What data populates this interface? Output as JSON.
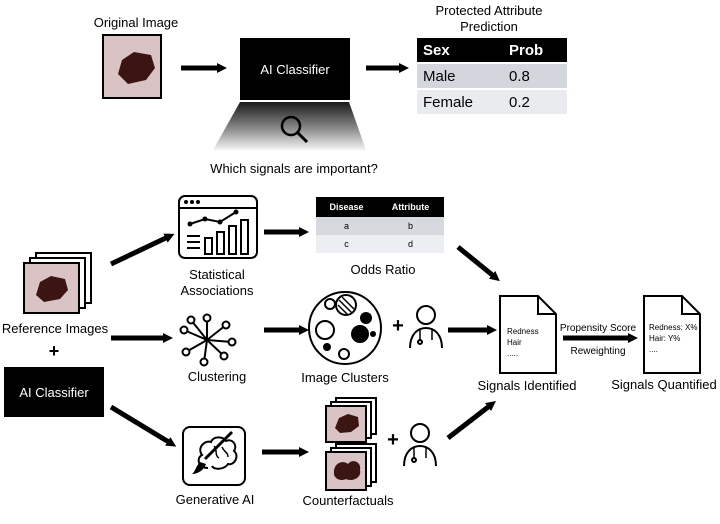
{
  "top": {
    "original_image_label": "Original Image",
    "classifier_label": "AI Classifier",
    "prediction_title": "Protected Attribute Prediction",
    "question": "Which signals are important?",
    "table": {
      "headers": [
        "Sex",
        "Prob"
      ],
      "rows": [
        [
          "Male",
          "0.8"
        ],
        [
          "Female",
          "0.2"
        ]
      ]
    }
  },
  "bottom": {
    "reference_images_label": "Reference Images",
    "plus": "+",
    "classifier_label": "AI Classifier",
    "statistical_associations_label": "Statistical Associations",
    "odds_ratio_label": "Odds Ratio",
    "odds_table": {
      "headers": [
        "Disease",
        "Attribute"
      ],
      "rows": [
        [
          "a",
          "b"
        ],
        [
          "c",
          "d"
        ]
      ]
    },
    "clustering_label": "Clustering",
    "image_clusters_label": "Image Clusters",
    "generative_ai_label": "Generative AI",
    "counterfactuals_label": "Counterfactuals",
    "signals_identified_label": "Signals Identified",
    "signals_identified_doc": [
      "Redness",
      "Hair",
      "....."
    ],
    "propensity_score_label": "Propensity Score",
    "reweighting_label": "Reweighting",
    "signals_quantified_label": "Signals Quantified",
    "signals_quantified_doc": [
      "Redness: X%",
      "Hair: Y%",
      "...."
    ]
  }
}
